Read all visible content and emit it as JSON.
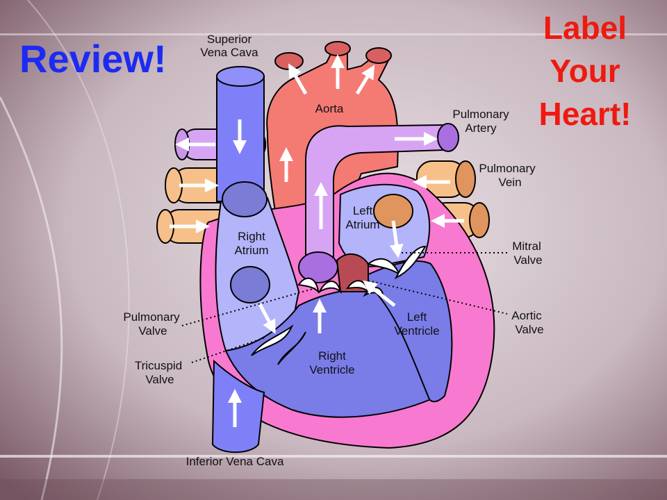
{
  "slide": {
    "review": "Review!",
    "title_lines": [
      "Label",
      "Your",
      "Heart!"
    ]
  },
  "labels": {
    "superior_vena_cava": [
      "Superior",
      "Vena Cava"
    ],
    "aorta": "Aorta",
    "pulmonary_artery": [
      "Pulmonary",
      "Artery"
    ],
    "pulmonary_vein": [
      "Pulmonary",
      "Vein"
    ],
    "left_atrium": [
      "Left",
      "Atrium"
    ],
    "right_atrium": [
      "Right",
      "Atrium"
    ],
    "mitral_valve": [
      "Mitral",
      "Valve"
    ],
    "aortic_valve": [
      "Aortic",
      "Valve"
    ],
    "pulmonary_valve": [
      "Pulmonary",
      "Valve"
    ],
    "tricuspid_valve": [
      "Tricuspid",
      "Valve"
    ],
    "left_ventricle": [
      "Left",
      "Ventricle"
    ],
    "right_ventricle": [
      "Right",
      "Ventricle"
    ],
    "inferior_vena_cava": "Inferior Vena Cava"
  },
  "colors": {
    "vena_cava": "#7f80f7",
    "aorta": "#f47a74",
    "pulmonary_artery": "#d7a4f4",
    "pulmonary_vein": "#f7c08a",
    "heart_wall": "#f77ad0",
    "right_chamber": "#b3b4fa",
    "left_chamber": "#8a8ef2",
    "ventricle_fill": "#7a7ce8"
  }
}
